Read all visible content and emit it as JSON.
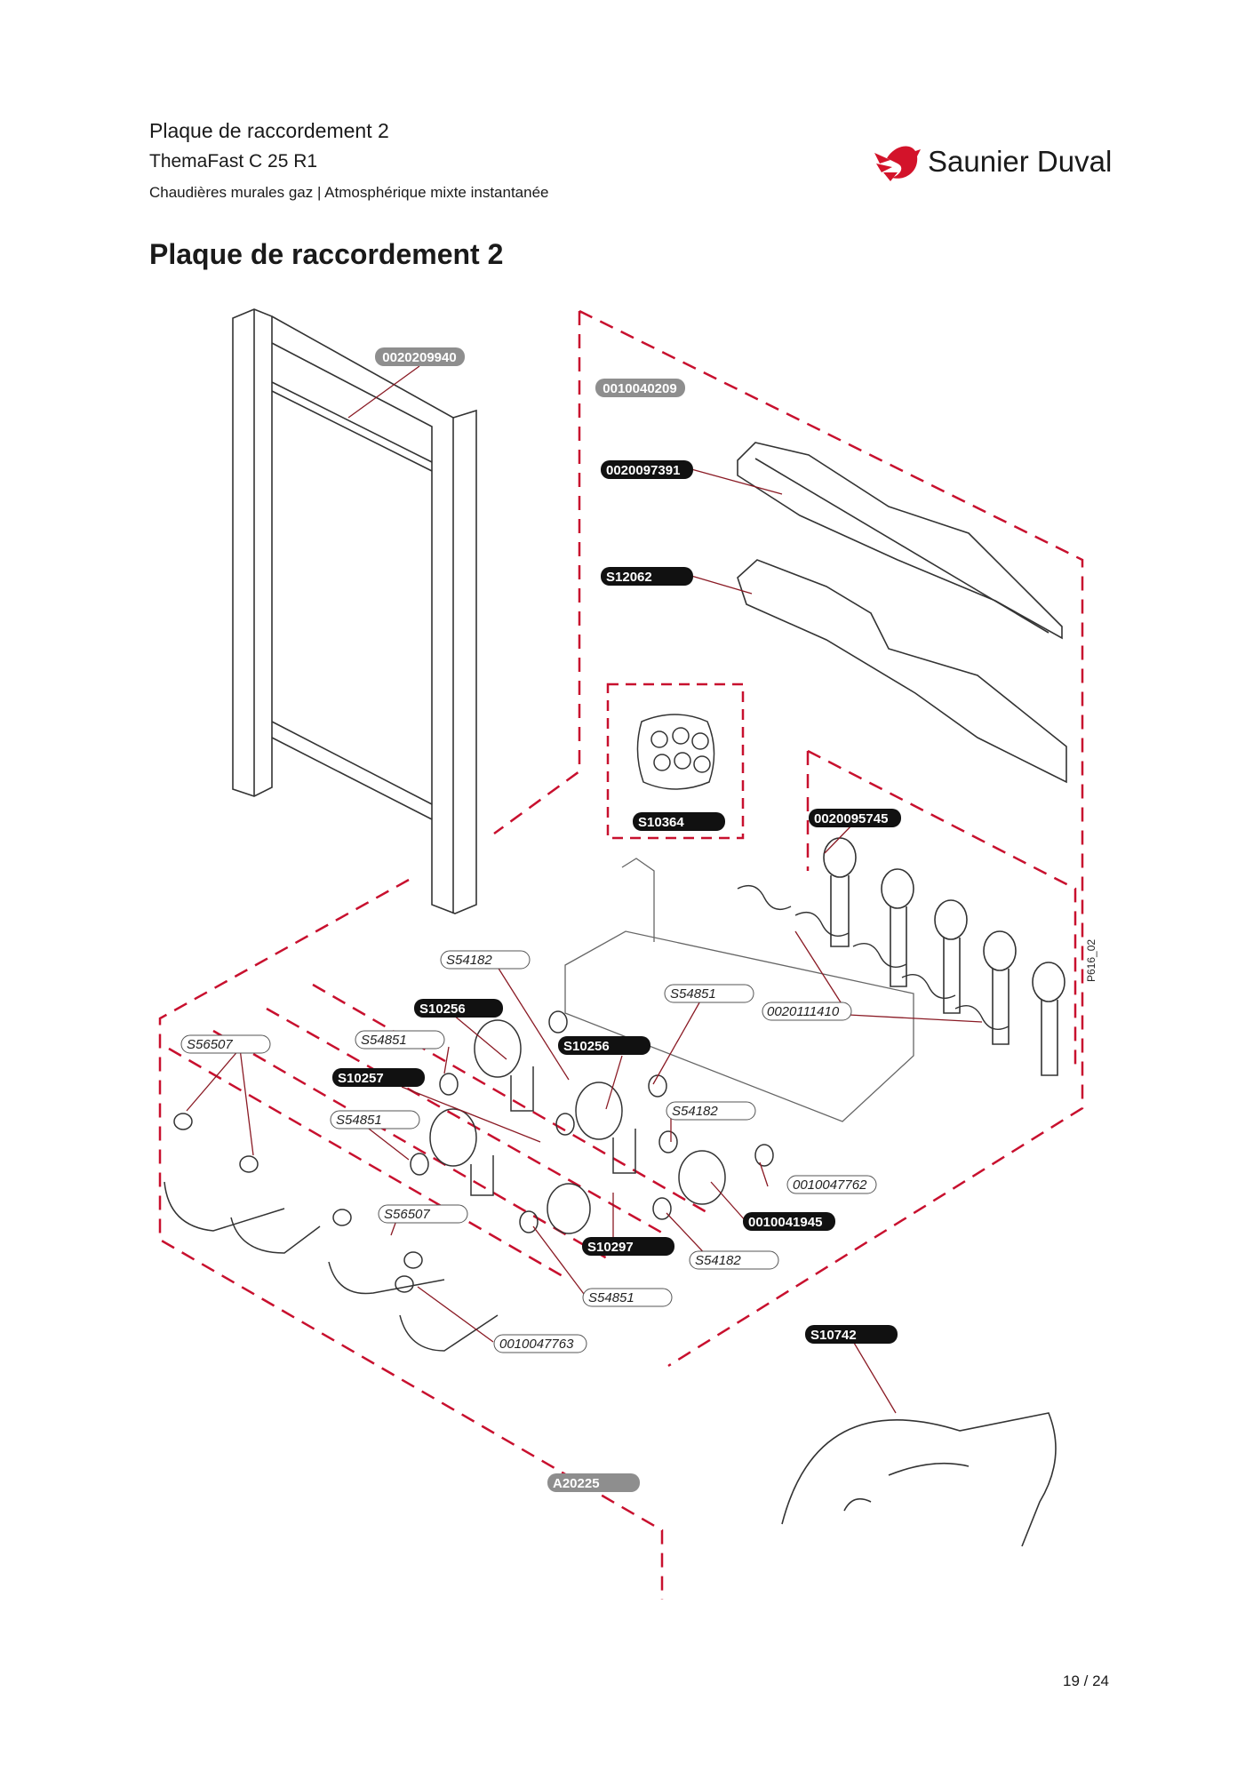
{
  "header": {
    "line1": "Plaque de raccordement 2",
    "line2": "ThemaFast C 25 R1",
    "line3": "Chaudières murales gaz | Atmosphérique mixte instantanée"
  },
  "brand": {
    "name": "Saunier Duval",
    "color": "#d3132a",
    "icon": "bird-logo-icon"
  },
  "title": "Plaque de raccordement 2",
  "footer": {
    "page": "19 / 24"
  },
  "diagram": {
    "ref": "P616_02",
    "labels": {
      "l01": "0020209940",
      "l02": "0010040209",
      "l03": "0020097391",
      "l04": "S12062",
      "l05": "S10364",
      "l06": "0020095745",
      "l07": "S54182",
      "l08": "S54851",
      "l09": "0020111410",
      "l10": "S10256",
      "l11": "S56507",
      "l12": "S54851",
      "l13": "S10256",
      "l14": "S10257",
      "l15": "S54182",
      "l16": "S54851",
      "l17": "0010047762",
      "l18": "0010041945",
      "l19": "S56507",
      "l20": "S10297",
      "l21": "S54182",
      "l22": "S54851",
      "l23": "0010047763",
      "l24": "S10742",
      "l25": "A20225"
    }
  }
}
